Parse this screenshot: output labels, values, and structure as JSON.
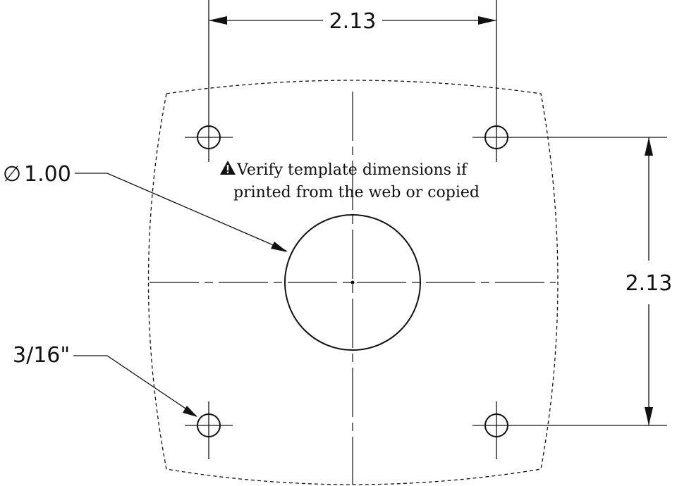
{
  "dimensions": {
    "horizontal_spacing": "2.13",
    "vertical_spacing": "2.13",
    "center_hole_diameter_symbol": "∅",
    "center_hole_diameter": "1.00",
    "mounting_hole_size": "3/16\""
  },
  "note": {
    "icon": "warning-triangle-icon",
    "line1": "Verify template dimensions if",
    "line2": "printed from the web or copied"
  }
}
